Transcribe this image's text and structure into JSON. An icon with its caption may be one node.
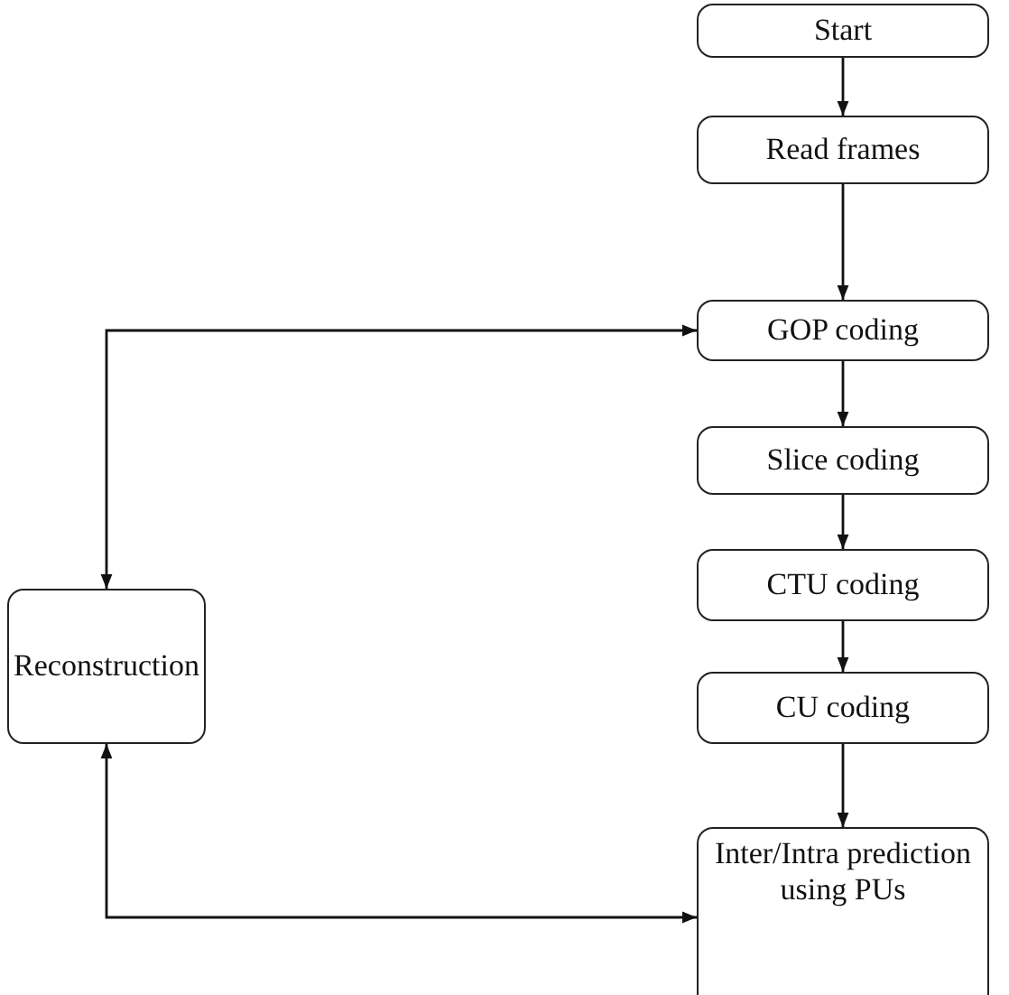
{
  "diagram": {
    "nodes": [
      {
        "text": [
          "Start"
        ]
      },
      {
        "text": [
          "Read frames"
        ]
      },
      {
        "text": [
          "GOP coding"
        ]
      },
      {
        "text": [
          "Slice coding"
        ]
      },
      {
        "text": [
          "CTU coding"
        ]
      },
      {
        "text": [
          "CU coding"
        ]
      },
      {
        "text": [
          "Inter/Intra prediction using PUs"
        ]
      },
      {
        "text": [
          "Reconstruction"
        ]
      }
    ],
    "edges": [
      {
        "from": 0,
        "to": 1,
        "arrow": "to"
      },
      {
        "from": 1,
        "to": 2,
        "arrow": "to"
      },
      {
        "from": 2,
        "to": 3,
        "arrow": "to"
      },
      {
        "from": 3,
        "to": 4,
        "arrow": "to"
      },
      {
        "from": 4,
        "to": 5,
        "arrow": "to"
      },
      {
        "from": 5,
        "to": 6,
        "arrow": "to"
      },
      {
        "from": 2,
        "to": 7,
        "arrow": "both"
      },
      {
        "from": 6,
        "to": 7,
        "arrow": "both"
      }
    ]
  }
}
